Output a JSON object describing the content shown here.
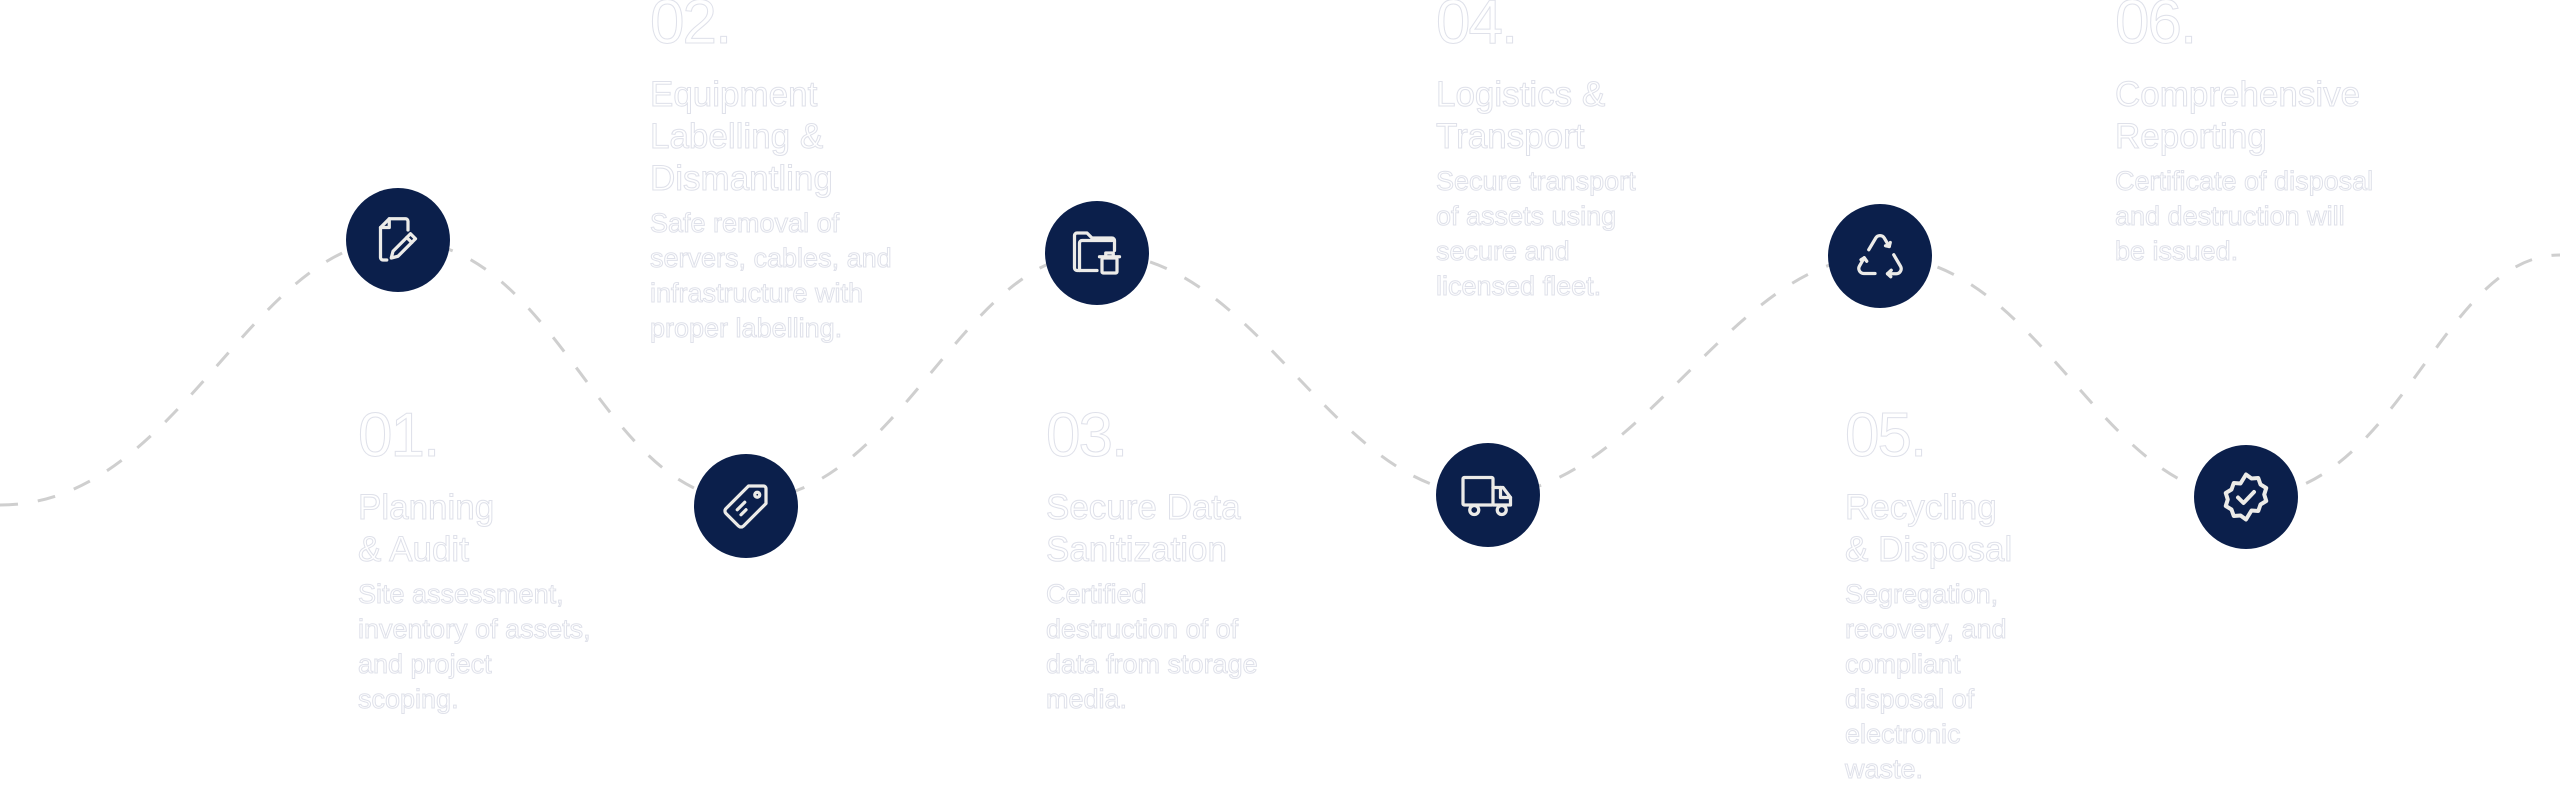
{
  "colors": {
    "circle": "#0b1f4b",
    "icon": "#ecebe8",
    "dash": "#cfcfcf",
    "text": "#ffffff"
  },
  "steps": [
    {
      "number": "01.",
      "title_lines": [
        "Planning",
        "& Audit"
      ],
      "desc_lines": [
        "Site assessment,",
        "inventory of assets,",
        "and project",
        "scoping."
      ],
      "icon": "document-edit-icon"
    },
    {
      "number": "02.",
      "title_lines": [
        "Equipment",
        "Labelling &",
        "Dismantling"
      ],
      "desc_lines": [
        "Safe removal of",
        "servers, cables, and",
        "infrastructure with",
        "proper labelling."
      ],
      "icon": "tag-icon"
    },
    {
      "number": "03.",
      "title_lines": [
        "Secure Data",
        "Sanitization"
      ],
      "desc_lines": [
        "Certified",
        "destruction of of",
        "data from storage",
        "media."
      ],
      "icon": "folder-delete-icon"
    },
    {
      "number": "04.",
      "title_lines": [
        "Logistics &",
        "Transport"
      ],
      "desc_lines": [
        "Secure transport",
        "of assets using",
        "secure and",
        "licensed fleet."
      ],
      "icon": "truck-icon"
    },
    {
      "number": "05.",
      "title_lines": [
        "Recycling",
        "& Disposal"
      ],
      "desc_lines": [
        "Segregation,",
        "recovery, and",
        "compliant",
        "disposal of",
        "electronic",
        "waste."
      ],
      "icon": "recycle-icon"
    },
    {
      "number": "06.",
      "title_lines": [
        "Comprehensive",
        "Reporting"
      ],
      "desc_lines": [
        "Certificate of disposal",
        "and destruction will",
        "be issued."
      ],
      "icon": "verified-badge-icon"
    }
  ]
}
